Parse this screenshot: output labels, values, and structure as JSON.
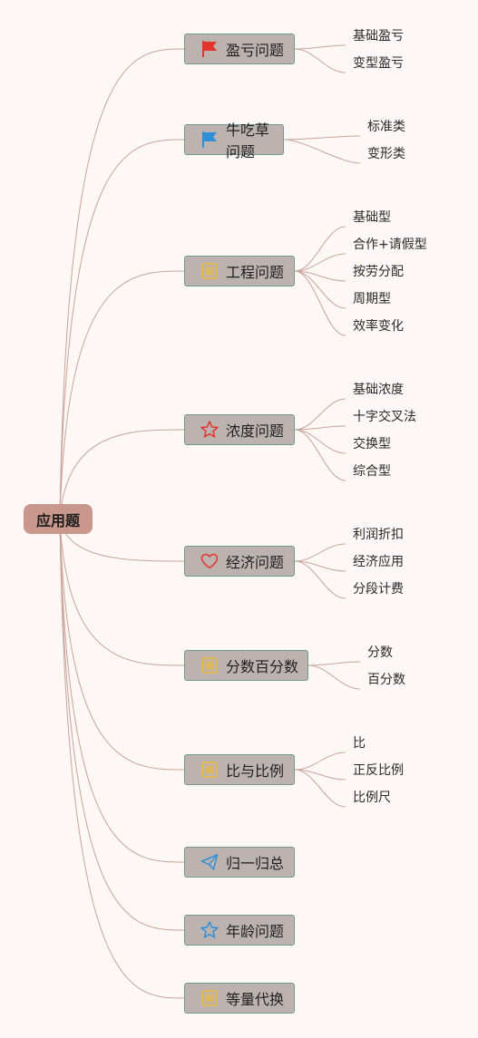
{
  "root": {
    "label": "应用题"
  },
  "topics": [
    {
      "label": "盈亏问题",
      "icon": "red-flag-icon",
      "children": [
        "基础盈亏",
        "变型盈亏"
      ]
    },
    {
      "label": "牛吃草问题",
      "icon": "blue-flag-icon",
      "children": [
        "标准类",
        "变形类"
      ]
    },
    {
      "label": "工程问题",
      "icon": "gold-rating-icon",
      "children": [
        "基础型",
        "合作+请假型",
        "按劳分配",
        "周期型",
        "效率变化"
      ]
    },
    {
      "label": "浓度问题",
      "icon": "red-star-outline-icon",
      "children": [
        "基础浓度",
        "十字交叉法",
        "交换型",
        "综合型"
      ]
    },
    {
      "label": "经济问题",
      "icon": "red-heart-outline-icon",
      "children": [
        "利润折扣",
        "经济应用",
        "分段计费"
      ]
    },
    {
      "label": "分数百分数",
      "icon": "gold-rating-icon",
      "children": [
        "分数",
        "百分数"
      ]
    },
    {
      "label": "比与比例",
      "icon": "gold-rating-icon",
      "children": [
        "比",
        "正反比例",
        "比例尺"
      ]
    },
    {
      "label": "归一归总",
      "icon": "blue-paper-plane-icon",
      "children": []
    },
    {
      "label": "年龄问题",
      "icon": "blue-star-outline-icon",
      "children": []
    },
    {
      "label": "等量代换",
      "icon": "gold-rating-icon",
      "children": []
    }
  ],
  "colors": {
    "background": "#fdf7f6",
    "root": "#c9978c",
    "topic": "#bcb3b0",
    "topic_border": "#6f9a8c",
    "link": "#c9a49a",
    "red": "#e3352c",
    "blue": "#2f8fd8",
    "gold": "#e7b94a"
  }
}
